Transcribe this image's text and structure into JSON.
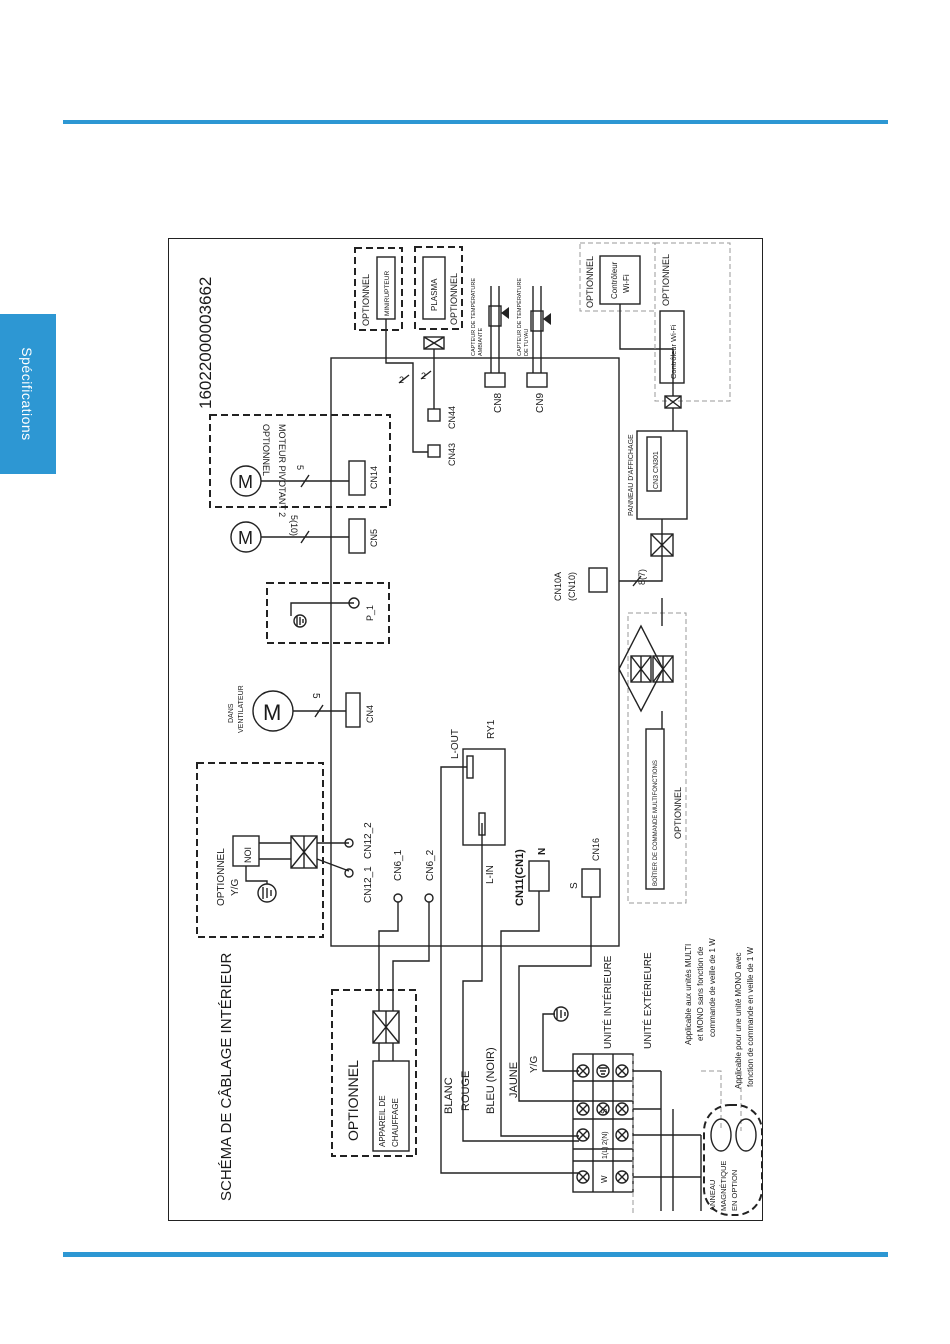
{
  "header": {
    "side_tab": "Spécifications"
  },
  "diagram": {
    "title": "SCHÉMA DE CÂBLAGE INTÉRIEUR",
    "code": "16022000003662",
    "optional": "OPTIONNEL",
    "minirupteur": "MINIRUPTEUR",
    "plasma": "PLASMA",
    "capteur_ambiante_1": "CAPTEUR DE TEMPÉRATURE",
    "capteur_ambiante_2": "AMBIANTE",
    "capteur_tuyau_1": "CAPTEUR DE TEMPÉRATURE",
    "capteur_tuyau_2": "DE TUYAU",
    "cn8": "CN8",
    "cn9": "CN9",
    "cn43": "CN43",
    "cn44": "CN44",
    "wire_2a": "2",
    "wire_2b": "2",
    "wifi_1": "Contrôleur",
    "wifi_2": "Wi-Fi",
    "wifi_inline": "Contrôleur Wi-Fi",
    "panneau": "PANNEAU D'AFFICHAGE",
    "cn_display": "CN3 CN301",
    "moteur_pivotant": "MOTEUR PIVOTANT 2",
    "cn14": "CN14",
    "wire_5": "5",
    "cn5": "CN5",
    "wire_5_10": "5(10)",
    "p1": "P_1",
    "cn10a_1": "CN10A",
    "cn10a_2": "(CN10)",
    "wire_8_7": "8(7)",
    "dans_1": "DANS",
    "dans_2": "VENTILATEUR",
    "wire_5b": "5",
    "cn4": "CN4",
    "l_out": "L-OUT",
    "ry1": "RY1",
    "l_in": "L-IN",
    "cn11": "CN11(CN1)",
    "n": "N",
    "s": "S",
    "cn16": "CN16",
    "boitier": "BOÎTIER DE COMMANDE MULTIFONCTIONS",
    "noi": "NOI",
    "yg": "Y/G",
    "cn12_1": "CN12_1",
    "cn12_2": "CN12_2",
    "cn6_1": "CN6_1",
    "cn6_2": "CN6_2",
    "appareil_1": "APPAREIL DE",
    "appareil_2": "CHAUFFAGE",
    "blanc": "BLANC",
    "rouge": "ROUGE",
    "bleu": "BLEU (NOIR)",
    "jaune": "JAUNE",
    "unite_int": "UNITÉ INTÉRIEURE",
    "unite_ext": "UNITÉ EXTÉRIEURE",
    "multi_1": "Applicable aux unités MULTI",
    "multi_2": "et MONO sans fonction de",
    "multi_3": "commande de veille de 1 W",
    "mono_1": "Applicable pour une unité MONO avec",
    "mono_2": "fonction de commande en veille de 1 W",
    "t_w": "W",
    "t_1l": "1(L)",
    "t_2n": "2(N)",
    "t_s": "S",
    "anneau_1": "ANNEAU",
    "anneau_2": "MAGNÉTIQUE",
    "anneau_3": "EN OPTION"
  }
}
